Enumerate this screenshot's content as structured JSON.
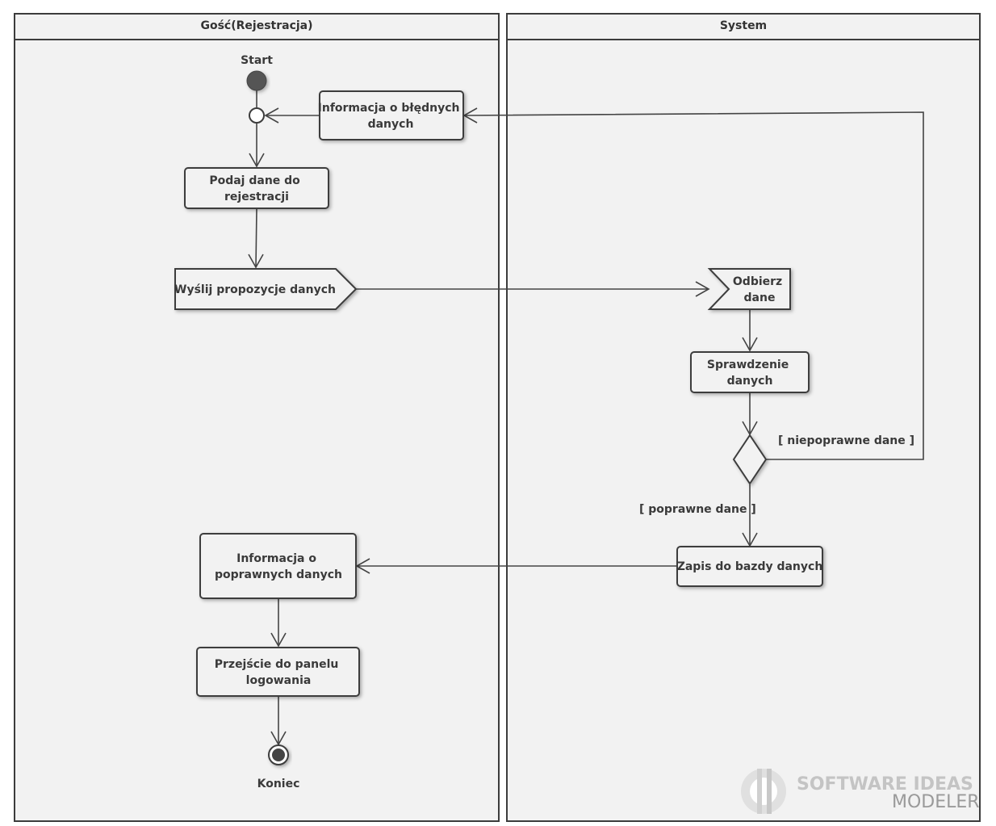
{
  "swimlanes": [
    {
      "id": "guest",
      "title": "Gość(Rejestracja)"
    },
    {
      "id": "system",
      "title": "System"
    }
  ],
  "nodes": {
    "start": {
      "label": "Start"
    },
    "bad_info": {
      "lines": [
        "Informacja o błędnych",
        "danych"
      ]
    },
    "enter_data": {
      "lines": [
        "Podaj dane do",
        "rejestracji"
      ]
    },
    "send_signal": {
      "lines": [
        "Wyślij propozycje danych"
      ]
    },
    "receive": {
      "lines": [
        "Odbierz",
        "dane"
      ]
    },
    "check": {
      "lines": [
        "Sprawdzenie",
        "danych"
      ]
    },
    "save": {
      "lines": [
        "Zapis do bazdy danych"
      ]
    },
    "good_info": {
      "lines": [
        "Informacja o",
        "poprawnych danych"
      ]
    },
    "goto_login": {
      "lines": [
        "Przejście do panelu",
        "logowania"
      ]
    },
    "end": {
      "label": "Koniec"
    }
  },
  "guards": {
    "invalid": "[ niepoprawne dane ]",
    "valid": "[ poprawne dane ]"
  },
  "watermark": {
    "line1": "SOFTWARE IDEAS",
    "line2": "MODELER"
  },
  "colors": {
    "lane_fill": "#f2f2f2",
    "stroke": "#3c3c3c",
    "initial_node": "#555555"
  }
}
